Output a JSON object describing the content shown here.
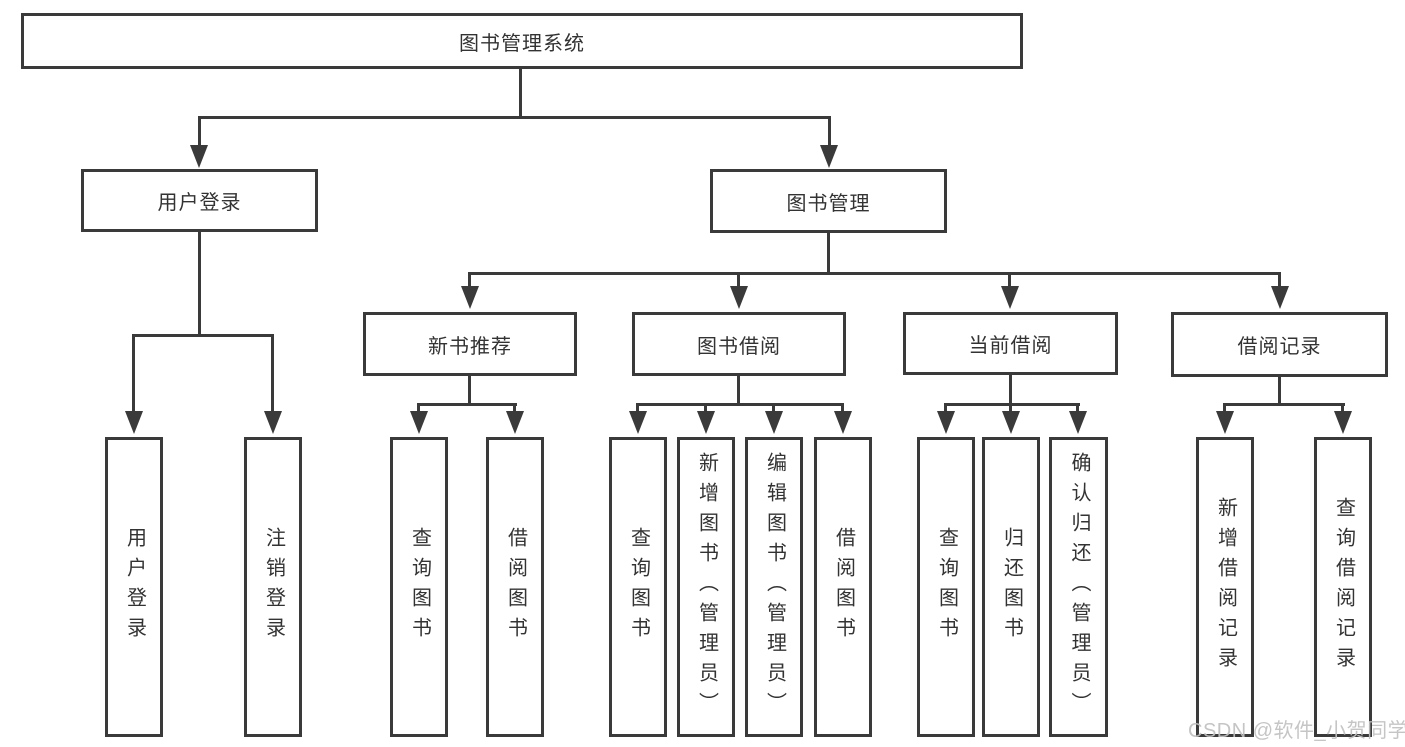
{
  "diagram": {
    "title_node": {
      "label": "图书管理系统"
    },
    "level2": [
      {
        "label": "用户登录"
      },
      {
        "label": "图书管理"
      }
    ],
    "level3": [
      {
        "label": "新书推荐"
      },
      {
        "label": "图书借阅"
      },
      {
        "label": "当前借阅"
      },
      {
        "label": "借阅记录"
      }
    ],
    "leaves": {
      "user_login": [
        "用户登录",
        "注销登录"
      ],
      "new_book": [
        "查询图书",
        "借阅图书"
      ],
      "book_borrow": [
        "查询图书",
        "新增图书（管理员）",
        "编辑图书（管理员）",
        "借阅图书"
      ],
      "current_borrow": [
        "查询图书",
        "归还图书",
        "确认归还（管理员）"
      ],
      "borrow_record": [
        "新增借阅记录",
        "查询借阅记录"
      ]
    },
    "colors": {
      "line": "#3a3a3a",
      "text": "#333333",
      "background": "#ffffff",
      "watermark": "#c0c0c0"
    }
  },
  "watermark": {
    "text": "CSDN @软件_小贺同学"
  }
}
